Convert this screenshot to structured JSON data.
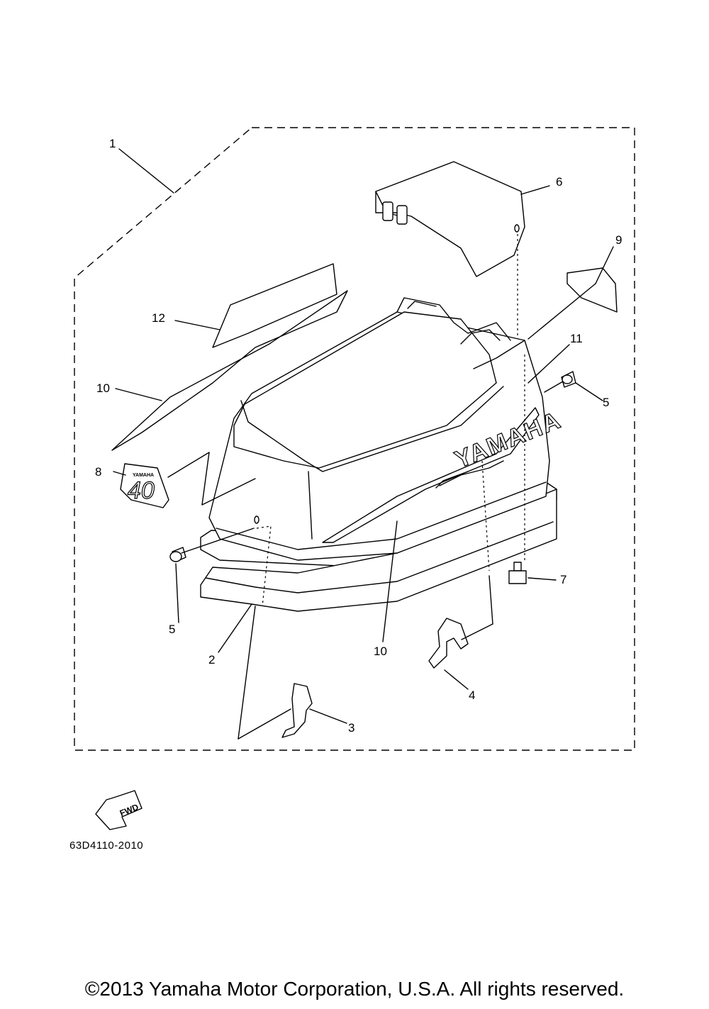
{
  "diagram": {
    "callouts": [
      {
        "id": "c1",
        "label": "1"
      },
      {
        "id": "c6",
        "label": "6"
      },
      {
        "id": "c9",
        "label": "9"
      },
      {
        "id": "c12",
        "label": "12"
      },
      {
        "id": "c11",
        "label": "11"
      },
      {
        "id": "c10a",
        "label": "10"
      },
      {
        "id": "c5a",
        "label": "5"
      },
      {
        "id": "c8",
        "label": "8"
      },
      {
        "id": "c7",
        "label": "7"
      },
      {
        "id": "c5b",
        "label": "5"
      },
      {
        "id": "c2",
        "label": "2"
      },
      {
        "id": "c10b",
        "label": "10"
      },
      {
        "id": "c4",
        "label": "4"
      },
      {
        "id": "c3",
        "label": "3"
      }
    ],
    "cover_brand": "YAMAHA",
    "emblem_model": "40",
    "emblem_brand": "YAMAHA",
    "fwd_label": "FWD",
    "part_code": "63D4110-2010"
  },
  "footer": {
    "copyright": "©2013 Yamaha Motor Corporation, U.S.A. All rights reserved."
  }
}
